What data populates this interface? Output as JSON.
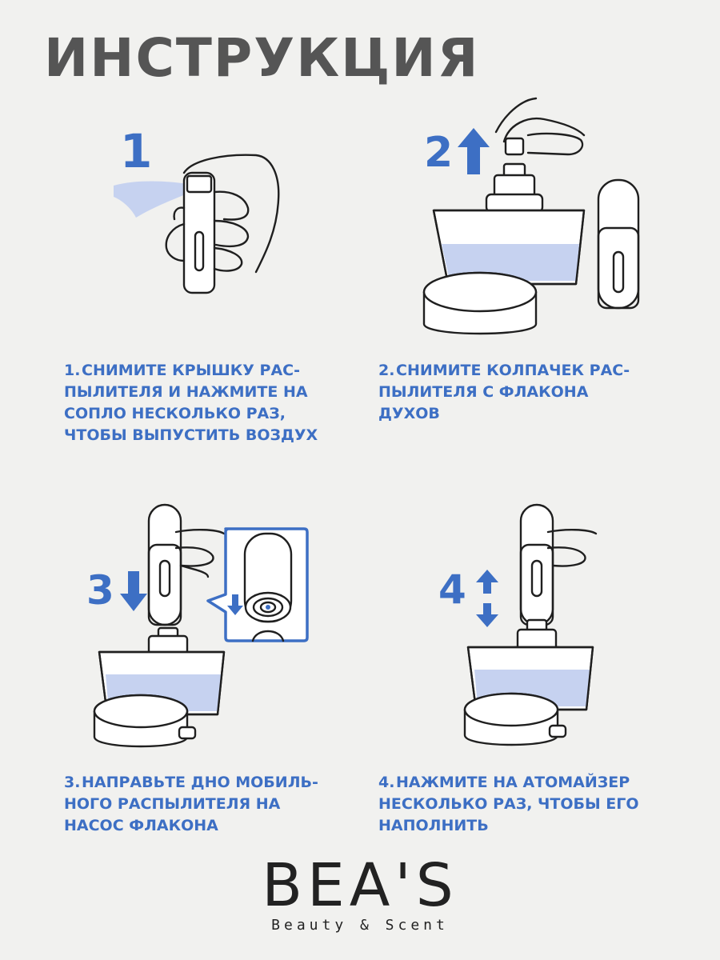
{
  "title": "ИНСТРУКЦИЯ",
  "steps": [
    {
      "number": "1",
      "caption_number": "1.",
      "text": "СНИМИТЕ КРЫШКУ РАС-ПЫЛИТЕЛЯ И НАЖМИТЕ НА СОПЛО НЕСКОЛЬКО РАЗ, ЧТОБЫ ВЫПУСТИТЬ ВОЗДУХ"
    },
    {
      "number": "2",
      "caption_number": "2.",
      "text": "СНИМИТЕ КОЛПАЧЕК РАС-ПЫЛИТЕЛЯ С ФЛАКОНА ДУХОВ"
    },
    {
      "number": "3",
      "caption_number": "3.",
      "text": "НАПРАВЬТЕ ДНО МОБИЛЬ-НОГО РАСПЫЛИТЕЛЯ НА НАСОС ФЛАКОНА"
    },
    {
      "number": "4",
      "caption_number": "4.",
      "text": "НАЖМИТЕ НА АТОМАЙЗЕР НЕСКОЛЬКО РАЗ, ЧТОБЫ ЕГО НАПОЛНИТЬ"
    }
  ],
  "brand": {
    "name": "BEA'S",
    "tagline": "Beauty & Scent"
  },
  "colors": {
    "accent": "#3d6fc4",
    "title": "#555555",
    "background": "#f1f1ef",
    "liquid": "#c6d2f0"
  },
  "icons": [
    "arrow-up-icon",
    "arrow-down-icon",
    "arrow-up-down-icon"
  ]
}
